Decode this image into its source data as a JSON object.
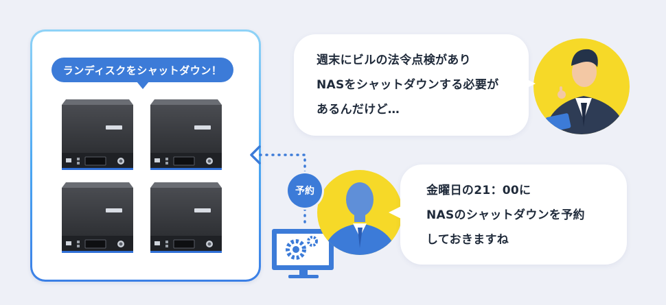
{
  "nas_panel": {
    "tag": "ランディスクをシャットダウン！",
    "device_count": 4
  },
  "speech": {
    "requester": {
      "lines": [
        "週末にビルの法令点検があり",
        "NASをシャットダウンする必要が",
        "あるんだけど…"
      ]
    },
    "admin": {
      "lines": [
        "金曜日の21：00に",
        "NASのシャットダウンを予約",
        "しておきますね"
      ]
    }
  },
  "schedule_badge": "予約",
  "colors": {
    "accent": "#3c7bd8",
    "avatar_bg": "#f6d928",
    "background": "#eef0f7",
    "nas_body": "#3a3c40",
    "nas_led": "#2f6fd6"
  },
  "icons": [
    "nas-device-icon",
    "businessman-icon",
    "admin-silhouette-icon",
    "monitor-gear-icon",
    "dotted-arrow-icon"
  ]
}
